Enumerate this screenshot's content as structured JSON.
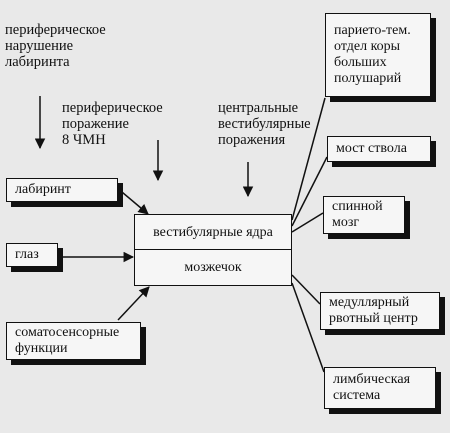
{
  "labels": {
    "peripheral_labyrinth": "периферическое\nнарушение\nлабиринта",
    "peripheral_8cn": "периферическое\nпоражение\n8 ЧМН",
    "central_vestibular": "центральные\nвестибулярные\nпоражения"
  },
  "inputs": {
    "labyrinth": "лабиринт",
    "eye": "глаз",
    "somatosensory": "соматосенсорные\nфункции"
  },
  "center": {
    "vestibular_nuclei": "вестибулярные ядра",
    "cerebellum": "мозжечок"
  },
  "outputs": {
    "parieto_temporal": "парието-тем.\nотдел коры\nбольших\nполушарий",
    "pons": "мост ствола",
    "spinal_cord": "спинной\nмозг",
    "medullary_vomit": "медуллярный\nрвотный центр",
    "limbic": "лимбическая\nсистема"
  }
}
